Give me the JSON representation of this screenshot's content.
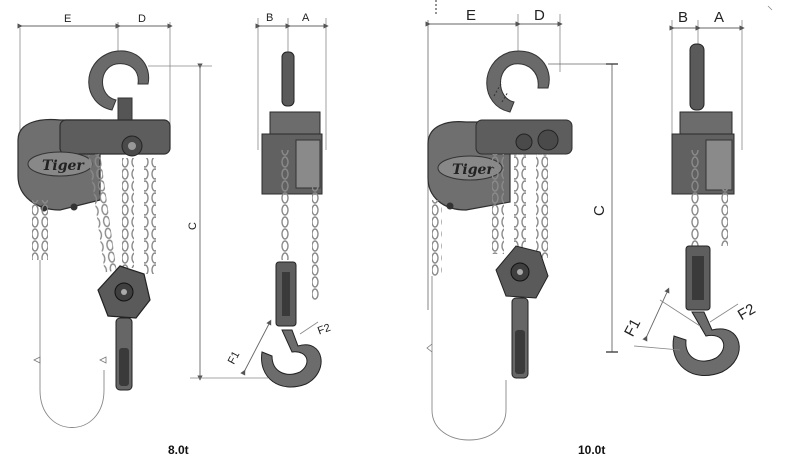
{
  "diagrams": [
    {
      "capacity": "8.0t",
      "brand": "Tiger",
      "dims": {
        "E": "E",
        "D": "D",
        "B": "B",
        "A": "A",
        "C": "C",
        "F1": "F1",
        "F2": "F2"
      }
    },
    {
      "capacity": "10.0t",
      "brand": "Tiger",
      "dims": {
        "E": "E",
        "D": "D",
        "B": "B",
        "A": "A",
        "C": "C",
        "F1": "F1",
        "F2": "F2"
      }
    }
  ],
  "colors": {
    "body": "#6f6f6f",
    "body_dark": "#474747",
    "line": "#777777",
    "chain": "#9a9a9a"
  }
}
